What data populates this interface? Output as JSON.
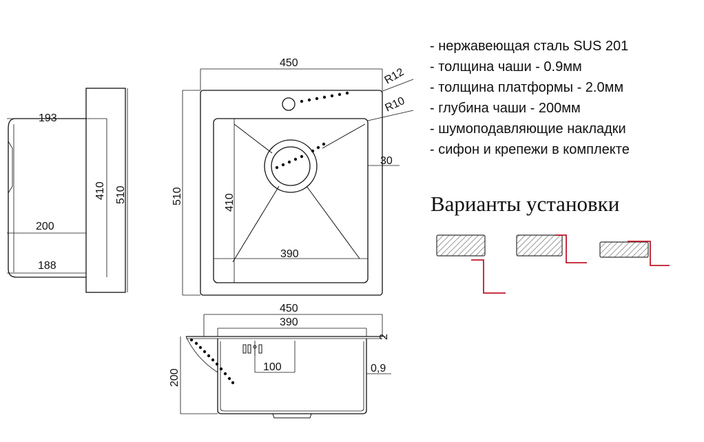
{
  "dimensions": {
    "side_view": {
      "top_offset": "193",
      "height_inner": "410",
      "height_outer": "510",
      "mid": "200",
      "bottom": "188"
    },
    "top_view": {
      "width": "450",
      "radius_corner": "R12",
      "radius_bowl": "R10",
      "flange": "30",
      "height_outer": "510",
      "height_inner": "410",
      "inner_width": "390"
    },
    "front_view": {
      "width": "450",
      "inner_width": "390",
      "thickness_platform": "2",
      "drain_offset": "100",
      "thickness_bowl": "0,9",
      "depth": "200"
    }
  },
  "specs": [
    "- нержавеющая сталь SUS 201",
    "- толщина чаши - 0.9мм",
    "- толщина платформы - 2.0мм",
    "- глубина чаши - 200мм",
    "- шумоподавляющие накладки",
    "- сифон и крепежи в комплекте"
  ],
  "installation": {
    "title": "Варианты установки",
    "options": [
      "undermount",
      "flush",
      "overmount"
    ]
  },
  "colors": {
    "line": "#111111",
    "accent": "#c0182a",
    "hatch": "#777777"
  }
}
